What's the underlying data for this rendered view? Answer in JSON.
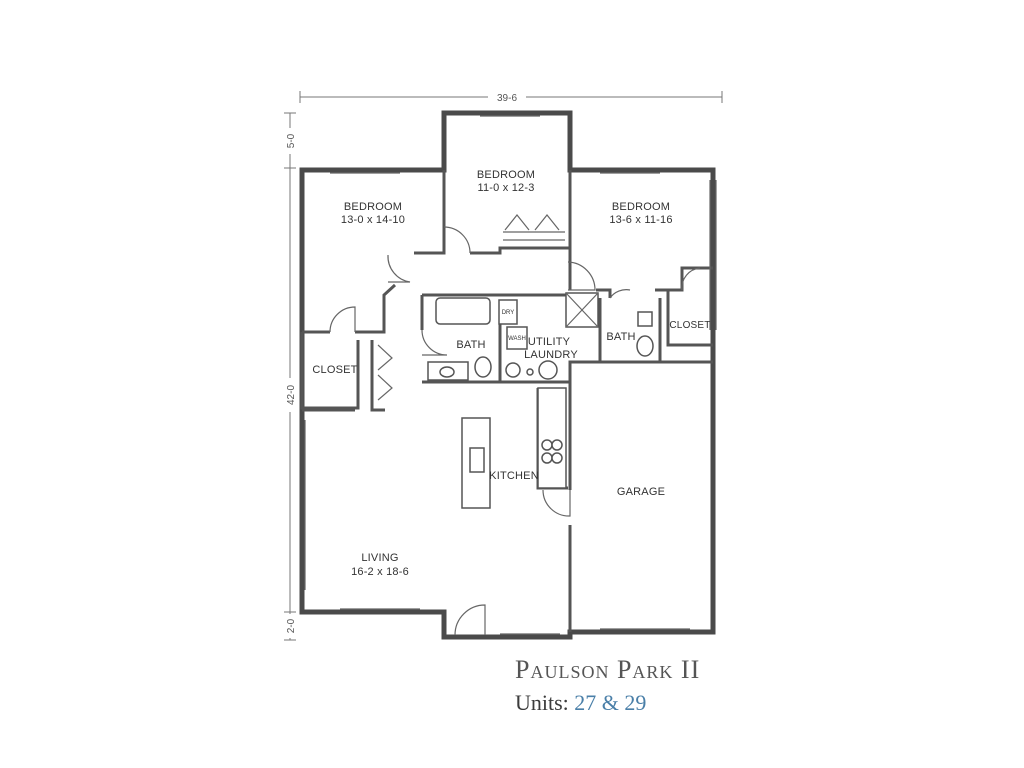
{
  "plan": {
    "dimensions": {
      "overall_width": "39-6",
      "overall_depth": "42-0",
      "top_offset": "5-0",
      "bottom_offset": "2-0"
    },
    "rooms": {
      "bedroom_left": {
        "name": "BEDROOM",
        "size": "13-0 x 14-10"
      },
      "bedroom_center": {
        "name": "BEDROOM",
        "size": "11-0 x 12-3"
      },
      "bedroom_right": {
        "name": "BEDROOM",
        "size": "13-6 x 11-16"
      },
      "closet_left": {
        "name": "CLOSET"
      },
      "closet_right": {
        "name": "CLOSET"
      },
      "bath_left": {
        "name": "BATH"
      },
      "bath_right": {
        "name": "BATH"
      },
      "utility": {
        "line1": "UTILITY",
        "line2": "LAUNDRY"
      },
      "kitchen": {
        "name": "KITCHEN"
      },
      "garage": {
        "name": "GARAGE"
      },
      "living": {
        "name": "LIVING",
        "size": "16-2 x 18-6"
      }
    },
    "appliances": {
      "dryer": "DRY",
      "washer": "WASH"
    }
  },
  "caption": {
    "title": "Paulson Park II",
    "units_label": "Units:",
    "units_value": "27 & 29"
  }
}
